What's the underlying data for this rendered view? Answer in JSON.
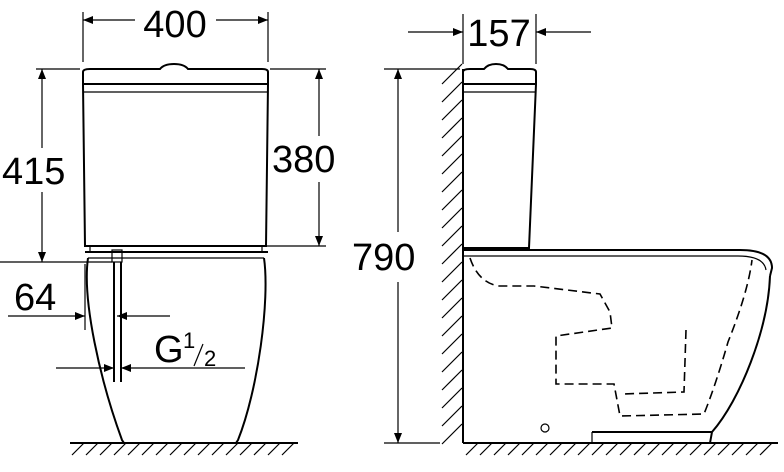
{
  "dimensions": {
    "tank_width": "400",
    "tank_height_total": "415",
    "tank_height": "380",
    "inlet_offset": "64",
    "thread_prefix": "G",
    "thread_num": "1",
    "thread_den": "2",
    "depth": "157",
    "overall_height": "790"
  }
}
